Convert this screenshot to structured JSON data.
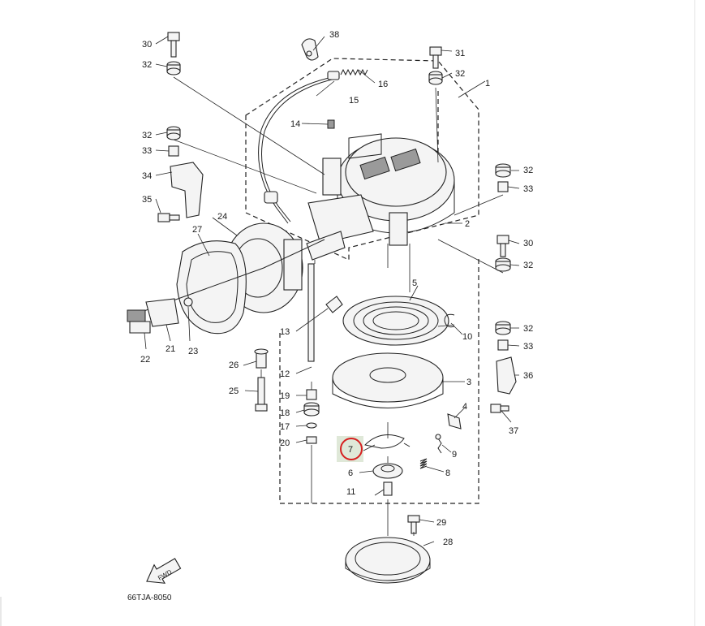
{
  "diagram": {
    "code": "66TJA-8050",
    "direction_label": "FWD",
    "highlight": {
      "label": "7",
      "circle_color": "#d62020",
      "box_color": "#dfe8d8"
    },
    "callouts": [
      {
        "id": "c1",
        "label": "1"
      },
      {
        "id": "c2",
        "label": "2"
      },
      {
        "id": "c3",
        "label": "3"
      },
      {
        "id": "c4",
        "label": "4"
      },
      {
        "id": "c5",
        "label": "5"
      },
      {
        "id": "c6",
        "label": "6"
      },
      {
        "id": "c7",
        "label": "7"
      },
      {
        "id": "c8",
        "label": "8"
      },
      {
        "id": "c9",
        "label": "9"
      },
      {
        "id": "c10",
        "label": "10"
      },
      {
        "id": "c11",
        "label": "11"
      },
      {
        "id": "c12",
        "label": "12"
      },
      {
        "id": "c13",
        "label": "13"
      },
      {
        "id": "c14",
        "label": "14"
      },
      {
        "id": "c15",
        "label": "15"
      },
      {
        "id": "c16",
        "label": "16"
      },
      {
        "id": "c17",
        "label": "17"
      },
      {
        "id": "c18",
        "label": "18"
      },
      {
        "id": "c19",
        "label": "19"
      },
      {
        "id": "c20",
        "label": "20"
      },
      {
        "id": "c21",
        "label": "21"
      },
      {
        "id": "c22",
        "label": "22"
      },
      {
        "id": "c23",
        "label": "23"
      },
      {
        "id": "c24",
        "label": "24"
      },
      {
        "id": "c25",
        "label": "25"
      },
      {
        "id": "c26",
        "label": "26"
      },
      {
        "id": "c27",
        "label": "27"
      },
      {
        "id": "c28",
        "label": "28"
      },
      {
        "id": "c29",
        "label": "29"
      },
      {
        "id": "c30a",
        "label": "30"
      },
      {
        "id": "c30b",
        "label": "30"
      },
      {
        "id": "c31",
        "label": "31"
      },
      {
        "id": "c32a",
        "label": "32"
      },
      {
        "id": "c32b",
        "label": "32"
      },
      {
        "id": "c32c",
        "label": "32"
      },
      {
        "id": "c32d",
        "label": "32"
      },
      {
        "id": "c32e",
        "label": "32"
      },
      {
        "id": "c32f",
        "label": "32"
      },
      {
        "id": "c33a",
        "label": "33"
      },
      {
        "id": "c33b",
        "label": "33"
      },
      {
        "id": "c33c",
        "label": "33"
      },
      {
        "id": "c34",
        "label": "34"
      },
      {
        "id": "c35",
        "label": "35"
      },
      {
        "id": "c36",
        "label": "36"
      },
      {
        "id": "c37",
        "label": "37"
      },
      {
        "id": "c38",
        "label": "38"
      }
    ]
  }
}
